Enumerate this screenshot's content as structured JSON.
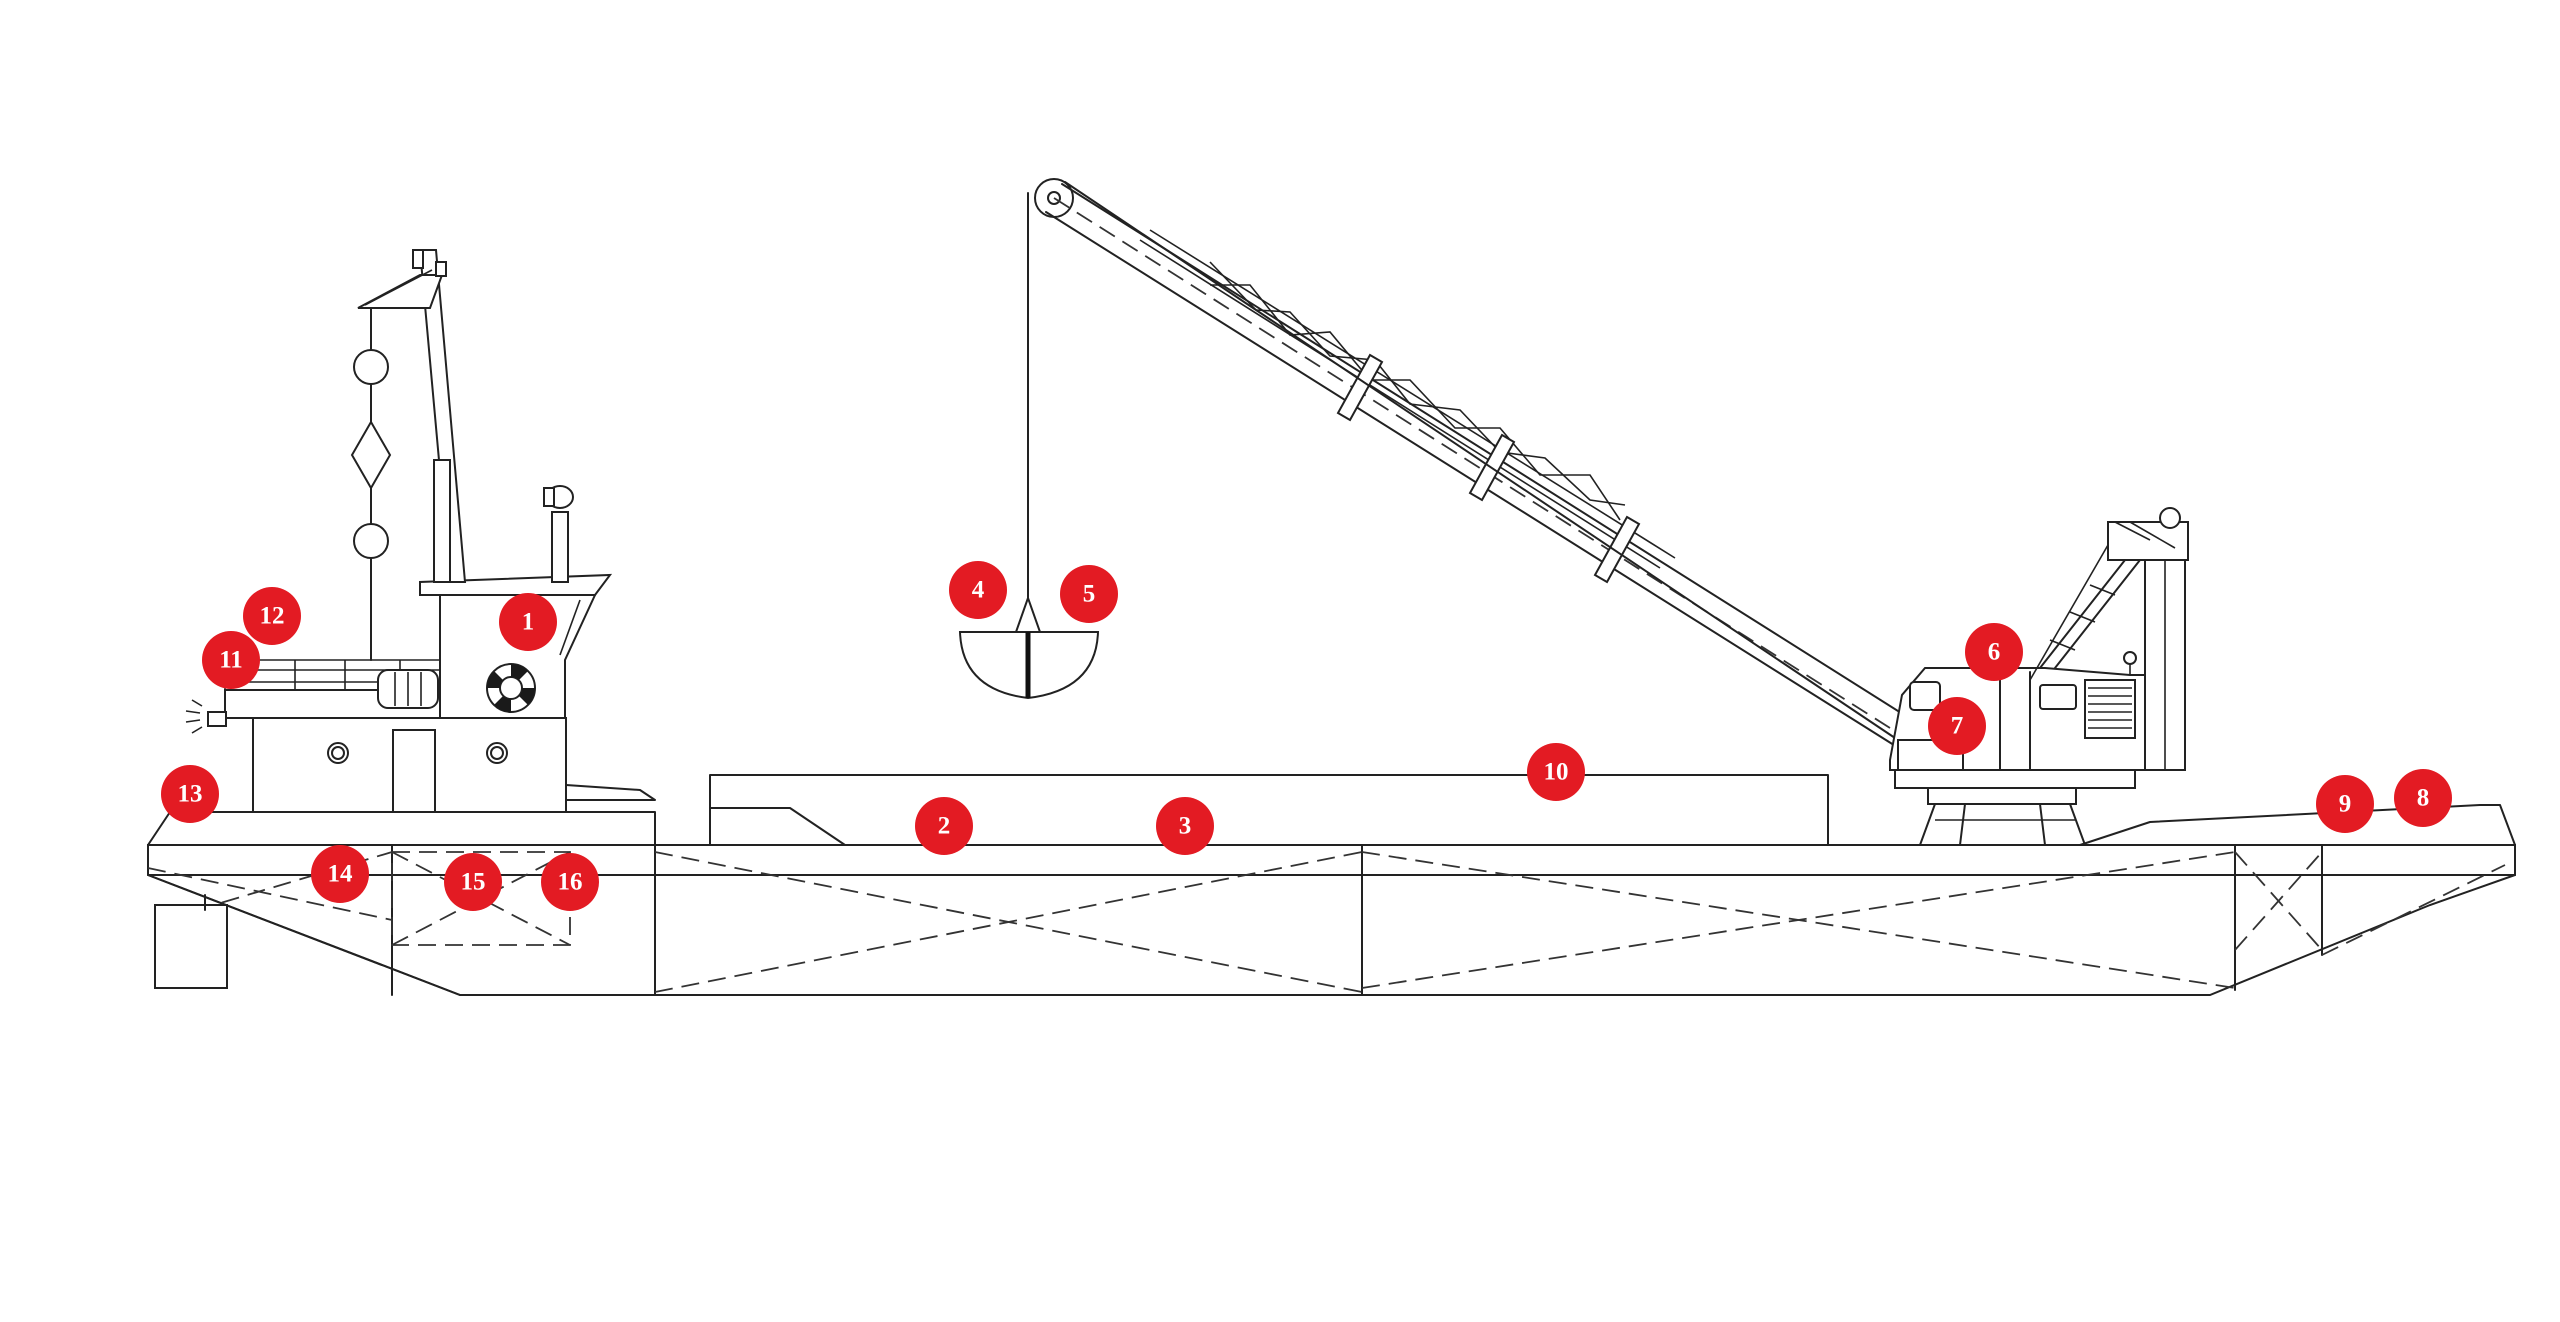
{
  "colors": {
    "marker": "#e31b23",
    "marker_text": "#ffffff",
    "line": "#222222",
    "background": "#ffffff"
  },
  "markers": [
    {
      "label": "1"
    },
    {
      "label": "2"
    },
    {
      "label": "3"
    },
    {
      "label": "4"
    },
    {
      "label": "5"
    },
    {
      "label": "6"
    },
    {
      "label": "7"
    },
    {
      "label": "8"
    },
    {
      "label": "9"
    },
    {
      "label": "10"
    },
    {
      "label": "11"
    },
    {
      "label": "12"
    },
    {
      "label": "13"
    },
    {
      "label": "14"
    },
    {
      "label": "15"
    },
    {
      "label": "16"
    }
  ]
}
